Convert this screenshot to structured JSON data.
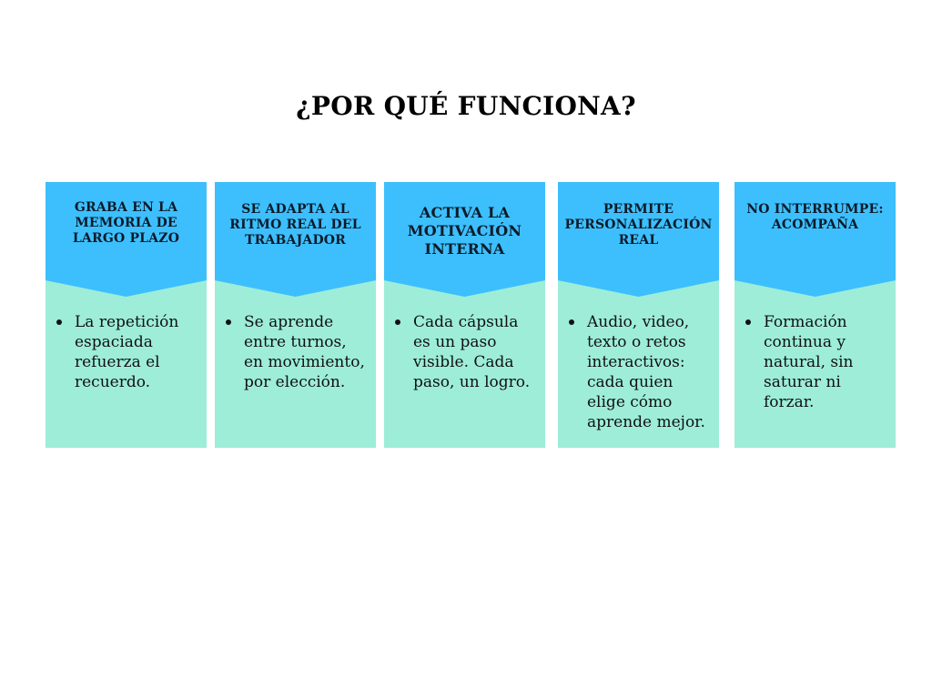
{
  "title": "¿POR QUÉ FUNCIONA?",
  "colors": {
    "header": "#3dbffd",
    "body": "#9dedd9"
  },
  "cards": [
    {
      "heading": "GRABA EN LA MEMORIA DE LARGO PLAZO",
      "text": "La repetición espaciada refuerza el recuerdo."
    },
    {
      "heading": "SE ADAPTA AL RITMO REAL DEL TRABAJADOR",
      "text": "Se aprende entre turnos, en movimiento, por elección."
    },
    {
      "heading": "ACTIVA LA MOTIVACIÓN INTERNA",
      "text": "Cada cápsula es un paso visible. Cada paso, un logro."
    },
    {
      "heading": "PERMITE PERSONALIZACIÓN REAL",
      "text": "Audio, video, texto o retos interactivos: cada quien elige cómo aprende mejor."
    },
    {
      "heading": "NO INTERRUMPE: ACOMPAÑA",
      "text": "Formación continua y natural, sin saturar ni forzar."
    }
  ]
}
